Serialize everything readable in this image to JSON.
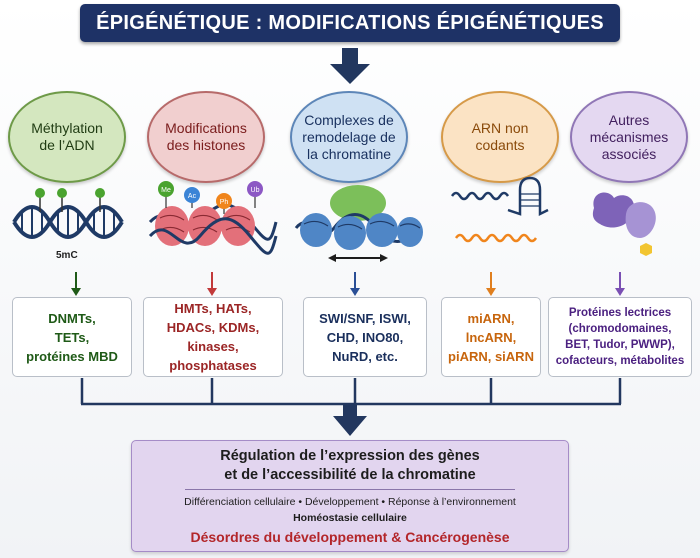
{
  "title": "ÉPIGÉNÉTIQUE : MODIFICATIONS ÉPIGÉNÉTIQUES",
  "ovals": [
    {
      "lines": [
        "Méthylation",
        "de l’ADN"
      ],
      "fill": "#d4e7bf",
      "border": "#6e9a48",
      "color": "#1f3b12"
    },
    {
      "lines": [
        "Modifications",
        "des histones"
      ],
      "fill": "#f1cfcf",
      "border": "#b76a6a",
      "color": "#7a1c1c"
    },
    {
      "lines": [
        "Complexes de",
        "remodelage de",
        "la chromatine"
      ],
      "fill": "#cfe1f3",
      "border": "#5d86b8",
      "color": "#18305e"
    },
    {
      "lines": [
        "ARN non",
        "codants"
      ],
      "fill": "#fbe3c4",
      "border": "#d69a48",
      "color": "#8a4a0a"
    },
    {
      "lines": [
        "Autres",
        "mécanismes",
        "associés"
      ],
      "fill": "#e4d8f1",
      "border": "#9077b6",
      "color": "#42205f"
    }
  ],
  "histone_marks": [
    "Me",
    "Ac",
    "Ph",
    "Ub"
  ],
  "label_5mc": "5mC",
  "boxes": [
    {
      "lines": [
        "DNMTs,",
        "TETs,",
        "protéines MBD"
      ],
      "color": "#1f5a17"
    },
    {
      "lines": [
        "HMTs, HATs,",
        "HDACs, KDMs,",
        "kinases, phosphatases"
      ],
      "color": "#9b2525"
    },
    {
      "lines": [
        "SWI/SNF, ISWI,",
        "CHD, INO80,",
        "NuRD, etc."
      ],
      "color": "#1a2f5c"
    },
    {
      "lines": [
        "miARN,",
        "lncARN,",
        "piARN, siARN"
      ],
      "color": "#c7650d"
    },
    {
      "lines": [
        "Protéines lectrices",
        "(chromodomaines,",
        "BET, Tudor, PWWP),",
        "cofacteurs, métabolites"
      ],
      "color": "#4b2080"
    }
  ],
  "summary": {
    "line1": "Régulation de l’expression des gènes",
    "line2": "et de l’accessibilité de la chromatine",
    "line3": "Différenciation cellulaire • Développement • Réponse à l’environnement",
    "line4": "Homéostasie cellulaire",
    "line5": "Désordres du développement & Cancérogenèse"
  },
  "colors": {
    "title_bg": "#1e3266",
    "arrow": "#22375f",
    "dna_dark": "#1f3a66",
    "histone": "#e3707a",
    "nucleosome": "#4f86c6",
    "remodeler": "#7cbf5a",
    "mark_green": "#4aa32f",
    "mark_blue": "#3b84d6",
    "mark_orange": "#f0851c",
    "mark_purple": "#8c58c4"
  }
}
